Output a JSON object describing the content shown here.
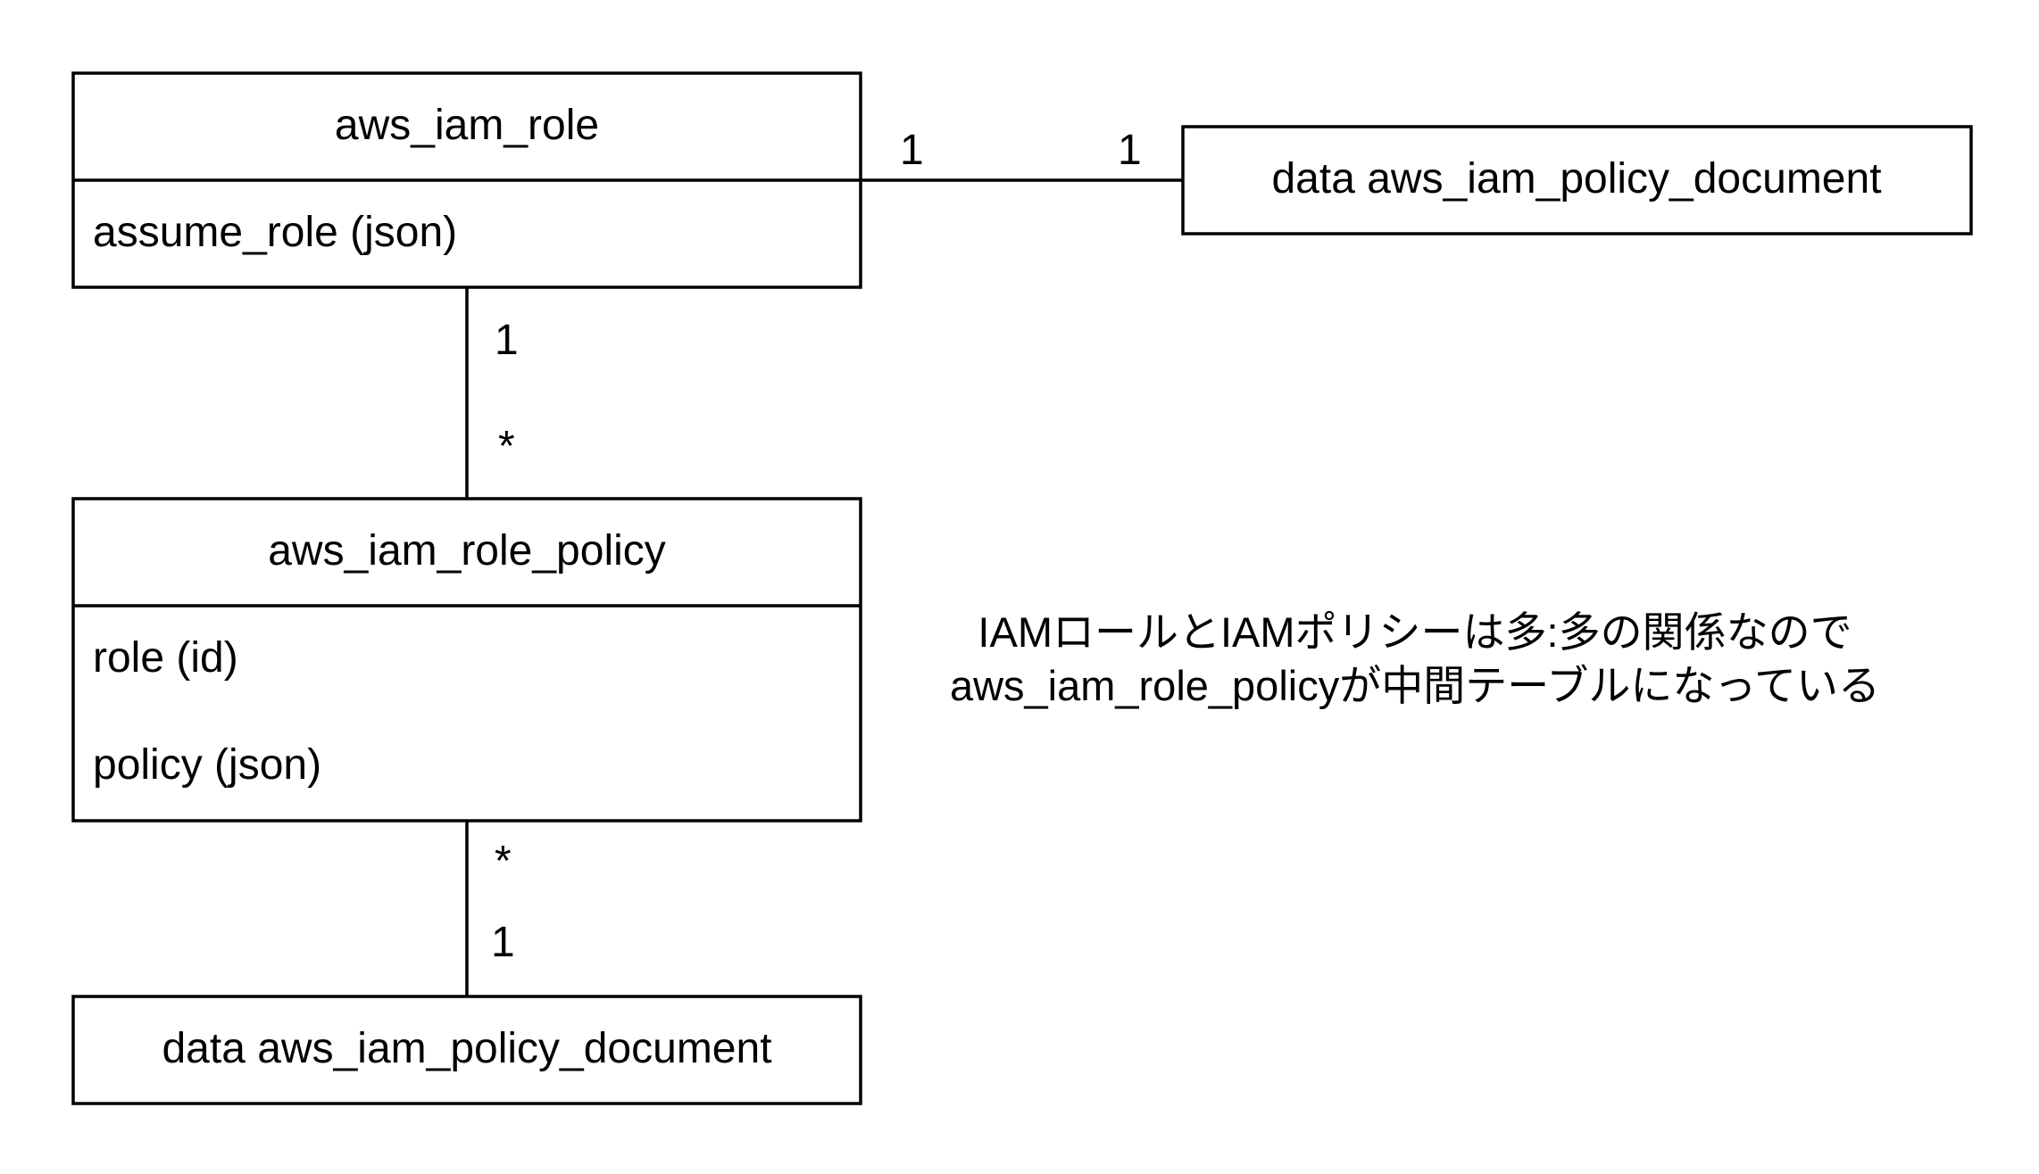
{
  "entities": {
    "role": {
      "title": "aws_iam_role",
      "attributes": [
        "assume_role (json)"
      ]
    },
    "role_policy_doc": {
      "title": "data aws_iam_policy_document"
    },
    "role_policy": {
      "title": "aws_iam_role_policy",
      "attributes": [
        "role (id)",
        "policy (json)"
      ]
    },
    "policy_doc": {
      "title": "data aws_iam_policy_document"
    }
  },
  "relations": {
    "role_to_doc": {
      "source_mult": "1",
      "target_mult": "1"
    },
    "role_to_role_policy": {
      "source_mult": "1",
      "target_mult": "*"
    },
    "role_policy_to_doc": {
      "source_mult": "*",
      "target_mult": "1"
    }
  },
  "note": {
    "lines": [
      "IAMロールとIAMポリシーは多:多の関係なので",
      "aws_iam_role_policyが中間テーブルになっている"
    ]
  }
}
